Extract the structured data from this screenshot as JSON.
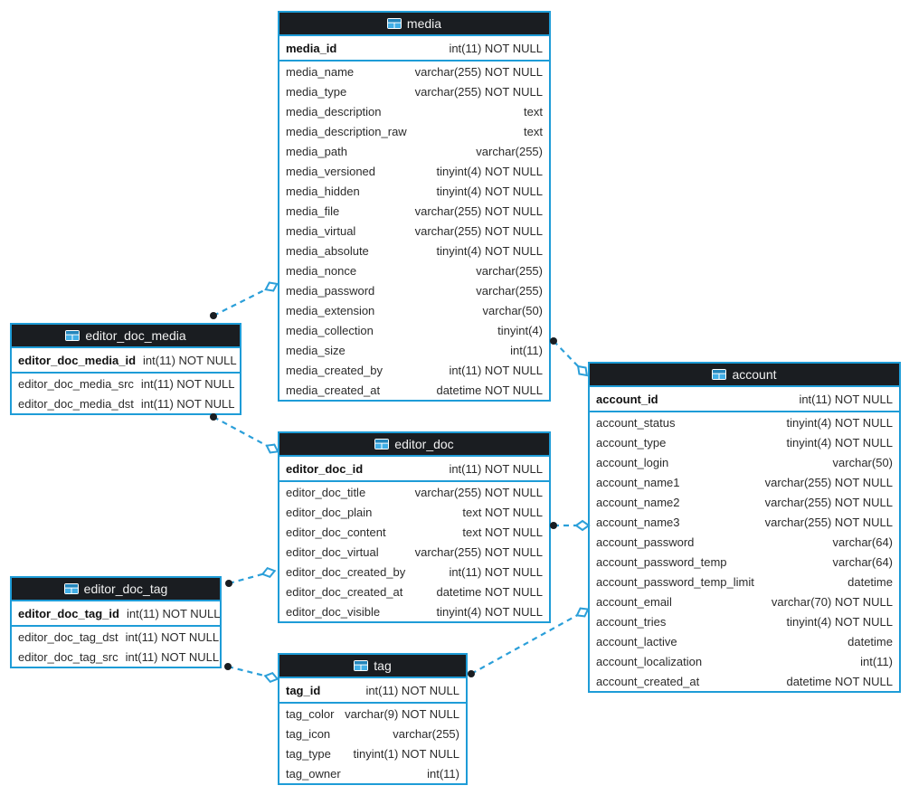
{
  "diagram": {
    "title": "database-er-diagram",
    "colors": {
      "table_border": "#1e9cd7",
      "header_background": "#1a1d21",
      "header_text": "#f1f1f1",
      "row_text": "#2b2b2b",
      "relation_line": "#2b9fd9",
      "relation_dot_fill": "#1a1d21",
      "relation_diamond_fill": "#ffffff",
      "icon_dark_blue": "#2386bc",
      "icon_light_blue": "#41aee6",
      "background": "#ffffff"
    },
    "tables": [
      {
        "id": "media",
        "title": "media",
        "icon": "table-icon",
        "primary_key": {
          "name": "media_id",
          "type": "int(11) NOT NULL"
        },
        "columns": [
          {
            "name": "media_name",
            "type": "varchar(255) NOT NULL"
          },
          {
            "name": "media_type",
            "type": "varchar(255) NOT NULL"
          },
          {
            "name": "media_description",
            "type": "text"
          },
          {
            "name": "media_description_raw",
            "type": "text"
          },
          {
            "name": "media_path",
            "type": "varchar(255)"
          },
          {
            "name": "media_versioned",
            "type": "tinyint(4) NOT NULL"
          },
          {
            "name": "media_hidden",
            "type": "tinyint(4) NOT NULL"
          },
          {
            "name": "media_file",
            "type": "varchar(255) NOT NULL"
          },
          {
            "name": "media_virtual",
            "type": "varchar(255) NOT NULL"
          },
          {
            "name": "media_absolute",
            "type": "tinyint(4) NOT NULL"
          },
          {
            "name": "media_nonce",
            "type": "varchar(255)"
          },
          {
            "name": "media_password",
            "type": "varchar(255)"
          },
          {
            "name": "media_extension",
            "type": "varchar(50)"
          },
          {
            "name": "media_collection",
            "type": "tinyint(4)"
          },
          {
            "name": "media_size",
            "type": "int(11)"
          },
          {
            "name": "media_created_by",
            "type": "int(11) NOT NULL"
          },
          {
            "name": "media_created_at",
            "type": "datetime NOT NULL"
          }
        ]
      },
      {
        "id": "editor_doc_media",
        "title": "editor_doc_media",
        "icon": "table-icon",
        "primary_key": {
          "name": "editor_doc_media_id",
          "type": "int(11) NOT NULL"
        },
        "columns": [
          {
            "name": "editor_doc_media_src",
            "type": "int(11) NOT NULL"
          },
          {
            "name": "editor_doc_media_dst",
            "type": "int(11) NOT NULL"
          }
        ]
      },
      {
        "id": "editor_doc",
        "title": "editor_doc",
        "icon": "table-icon",
        "primary_key": {
          "name": "editor_doc_id",
          "type": "int(11) NOT NULL"
        },
        "columns": [
          {
            "name": "editor_doc_title",
            "type": "varchar(255) NOT NULL"
          },
          {
            "name": "editor_doc_plain",
            "type": "text NOT NULL"
          },
          {
            "name": "editor_doc_content",
            "type": "text NOT NULL"
          },
          {
            "name": "editor_doc_virtual",
            "type": "varchar(255) NOT NULL"
          },
          {
            "name": "editor_doc_created_by",
            "type": "int(11) NOT NULL"
          },
          {
            "name": "editor_doc_created_at",
            "type": "datetime NOT NULL"
          },
          {
            "name": "editor_doc_visible",
            "type": "tinyint(4) NOT NULL"
          }
        ]
      },
      {
        "id": "editor_doc_tag",
        "title": "editor_doc_tag",
        "icon": "table-icon",
        "primary_key": {
          "name": "editor_doc_tag_id",
          "type": "int(11) NOT NULL"
        },
        "columns": [
          {
            "name": "editor_doc_tag_dst",
            "type": "int(11) NOT NULL"
          },
          {
            "name": "editor_doc_tag_src",
            "type": "int(11) NOT NULL"
          }
        ]
      },
      {
        "id": "tag",
        "title": "tag",
        "icon": "table-icon",
        "primary_key": {
          "name": "tag_id",
          "type": "int(11) NOT NULL"
        },
        "columns": [
          {
            "name": "tag_color",
            "type": "varchar(9) NOT NULL"
          },
          {
            "name": "tag_icon",
            "type": "varchar(255)"
          },
          {
            "name": "tag_type",
            "type": "tinyint(1) NOT NULL"
          },
          {
            "name": "tag_owner",
            "type": "int(11)"
          }
        ]
      },
      {
        "id": "account",
        "title": "account",
        "icon": "table-icon",
        "primary_key": {
          "name": "account_id",
          "type": "int(11) NOT NULL"
        },
        "columns": [
          {
            "name": "account_status",
            "type": "tinyint(4) NOT NULL"
          },
          {
            "name": "account_type",
            "type": "tinyint(4) NOT NULL"
          },
          {
            "name": "account_login",
            "type": "varchar(50)"
          },
          {
            "name": "account_name1",
            "type": "varchar(255) NOT NULL"
          },
          {
            "name": "account_name2",
            "type": "varchar(255) NOT NULL"
          },
          {
            "name": "account_name3",
            "type": "varchar(255) NOT NULL"
          },
          {
            "name": "account_password",
            "type": "varchar(64)"
          },
          {
            "name": "account_password_temp",
            "type": "varchar(64)"
          },
          {
            "name": "account_password_temp_limit",
            "type": "datetime"
          },
          {
            "name": "account_email",
            "type": "varchar(70) NOT NULL"
          },
          {
            "name": "account_tries",
            "type": "tinyint(4) NOT NULL"
          },
          {
            "name": "account_lactive",
            "type": "datetime"
          },
          {
            "name": "account_localization",
            "type": "int(11)"
          },
          {
            "name": "account_created_at",
            "type": "datetime NOT NULL"
          }
        ]
      }
    ],
    "relationships": [
      {
        "from": "editor_doc_media",
        "to": "media"
      },
      {
        "from": "editor_doc_media",
        "to": "editor_doc"
      },
      {
        "from": "editor_doc_tag",
        "to": "editor_doc"
      },
      {
        "from": "editor_doc_tag",
        "to": "tag"
      },
      {
        "from": "media",
        "to": "account"
      },
      {
        "from": "editor_doc",
        "to": "account"
      },
      {
        "from": "tag",
        "to": "account"
      }
    ]
  }
}
